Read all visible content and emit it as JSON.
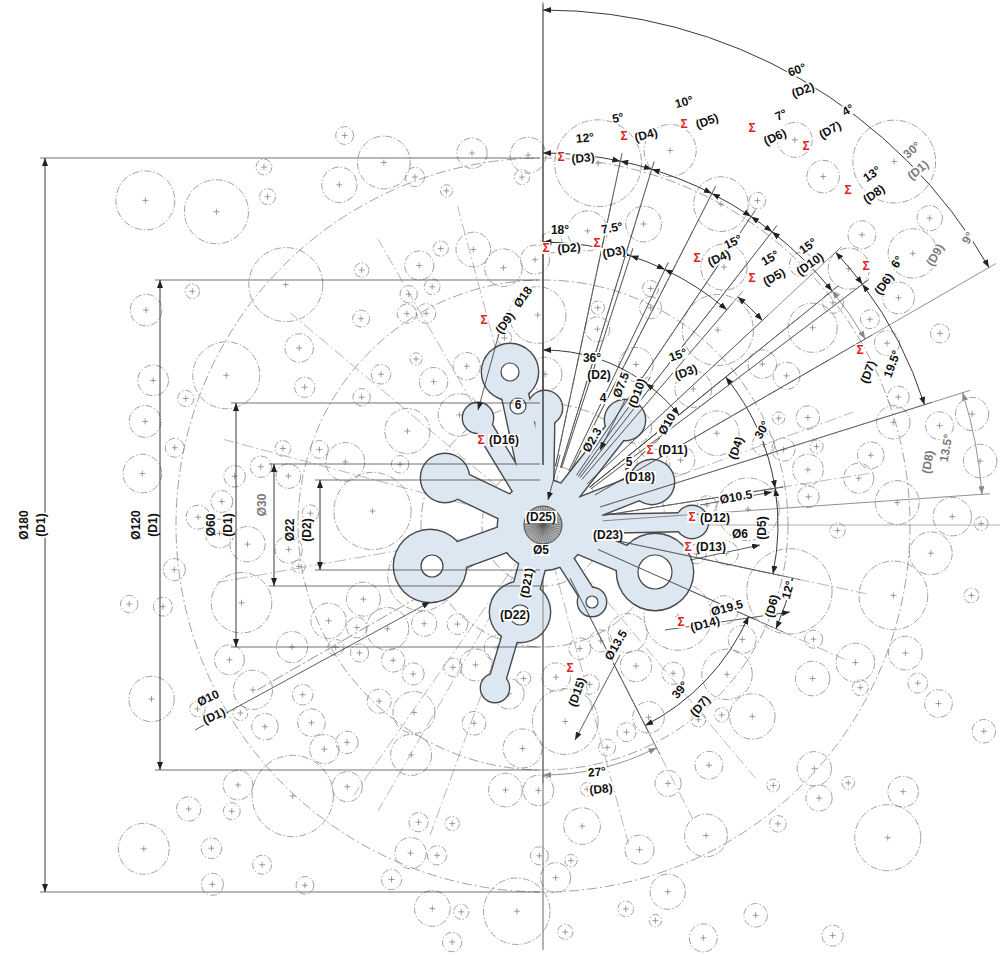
{
  "diagram": {
    "labels": [
      "60°",
      "(D2)",
      "12°",
      "Σ",
      "(D3)",
      "5°",
      "Σ",
      "(D4)",
      "10°",
      "Σ",
      "(D5)",
      "7°",
      "Σ",
      "(D6)",
      "4°",
      "Σ",
      "(D7)",
      "30°",
      "(D1)",
      "13°",
      "Σ",
      "(D8)",
      "9°",
      "(D9)",
      "18°",
      "Σ",
      "(D2)",
      "7.5°",
      "Σ",
      "(D3)",
      "15°",
      "Σ",
      "(D4)",
      "15°",
      "Σ",
      "(D5)",
      "15°",
      "(D10)",
      "6°",
      "Σ",
      "(D6)",
      "19.5°",
      "Σ",
      "(D7)",
      "13.5°",
      "(D8)",
      "Ø18",
      "Σ",
      "(D9)",
      "36°",
      "(D2)",
      "15°",
      "(D3)",
      "30°",
      "(D4)",
      "(D5)",
      "12°",
      "(D6)",
      "39°",
      "(D7)",
      "27°",
      "(D8)",
      "Ø180",
      "(D1)",
      "Ø120",
      "(D1)",
      "Ø60",
      "(D1)",
      "Ø30",
      "Ø22",
      "(D2)",
      "Ø10",
      "(D1)",
      "6",
      "Σ",
      "(D16)",
      "Ø7.5",
      "(D10)",
      "Ø2.3",
      "4",
      "Ø10",
      "Σ",
      "(D11)",
      "5",
      "(D18)",
      "Ø10.5",
      "Σ",
      "(D12)",
      "Ø6",
      "Σ",
      "(D13)",
      "Ø19.5",
      "Σ",
      "(D14)",
      "Ø13.5",
      "Σ",
      "(D15)",
      "Ø5",
      "(D21)",
      "(D22)",
      "(D23)",
      "(D25)"
    ]
  }
}
